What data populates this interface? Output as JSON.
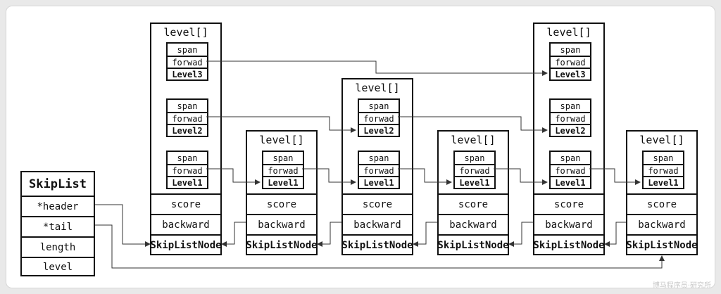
{
  "skiplist": {
    "title": "SkipList",
    "fields": [
      "*header",
      "*tail",
      "length",
      "level"
    ]
  },
  "node_labels": {
    "level_title": "level[]",
    "span": "span",
    "forward": "forwad",
    "score": "score",
    "backward": "backward",
    "type": "SkipListNode"
  },
  "level_names": [
    "Level1",
    "Level2",
    "Level3"
  ],
  "nodes": [
    {
      "levels": 3
    },
    {
      "levels": 1
    },
    {
      "levels": 2
    },
    {
      "levels": 1
    },
    {
      "levels": 3
    },
    {
      "levels": 1
    }
  ],
  "watermark": "博马程序员·研究所",
  "colors": {
    "line": "#111111",
    "arrow": "#333333",
    "background": "#ffffff"
  }
}
